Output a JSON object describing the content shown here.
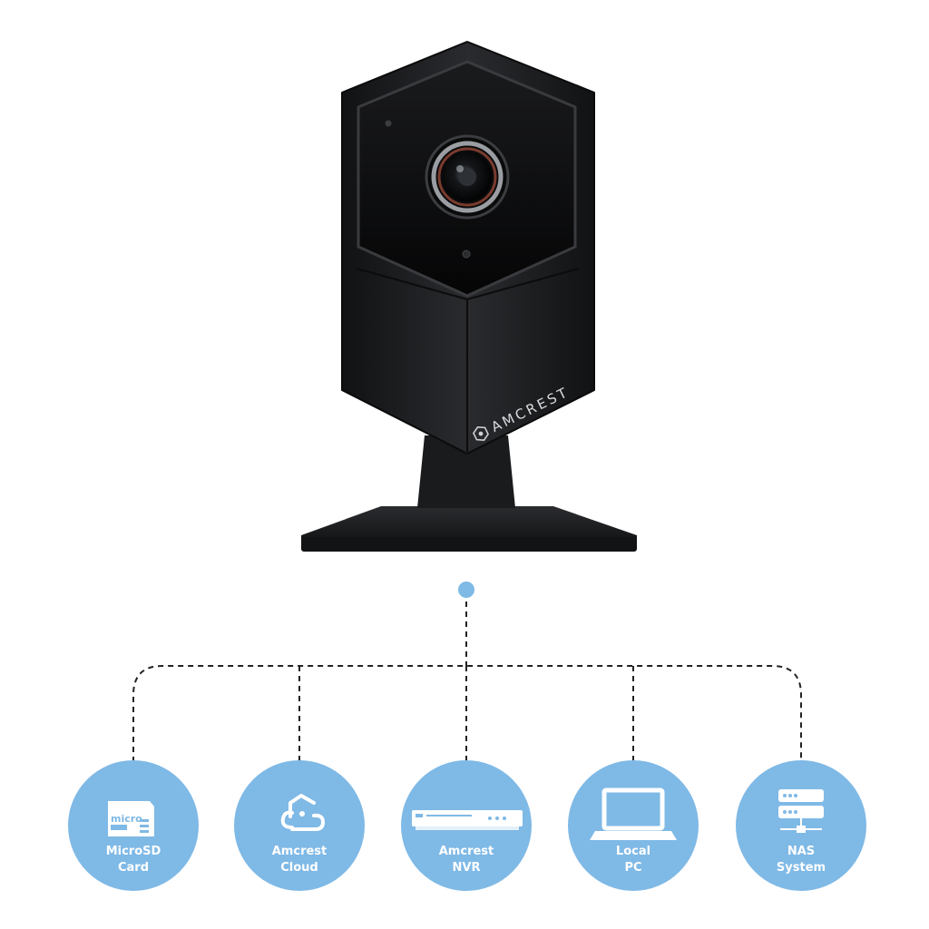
{
  "brand": {
    "name": "AMCREST"
  },
  "colors": {
    "accent": "#7fb9e6",
    "connector": "#222222",
    "device": "#1c1d1f"
  },
  "storage_options": [
    {
      "line1": "MicroSD",
      "line2": "Card",
      "icon": "microsd-card-icon",
      "icon_text": "micro"
    },
    {
      "line1": "Amcrest",
      "line2": "Cloud",
      "icon": "cloud-house-icon"
    },
    {
      "line1": "Amcrest",
      "line2": "NVR",
      "icon": "nvr-recorder-icon"
    },
    {
      "line1": "Local",
      "line2": "PC",
      "icon": "laptop-icon"
    },
    {
      "line1": "NAS",
      "line2": "System",
      "icon": "server-stack-icon"
    }
  ]
}
